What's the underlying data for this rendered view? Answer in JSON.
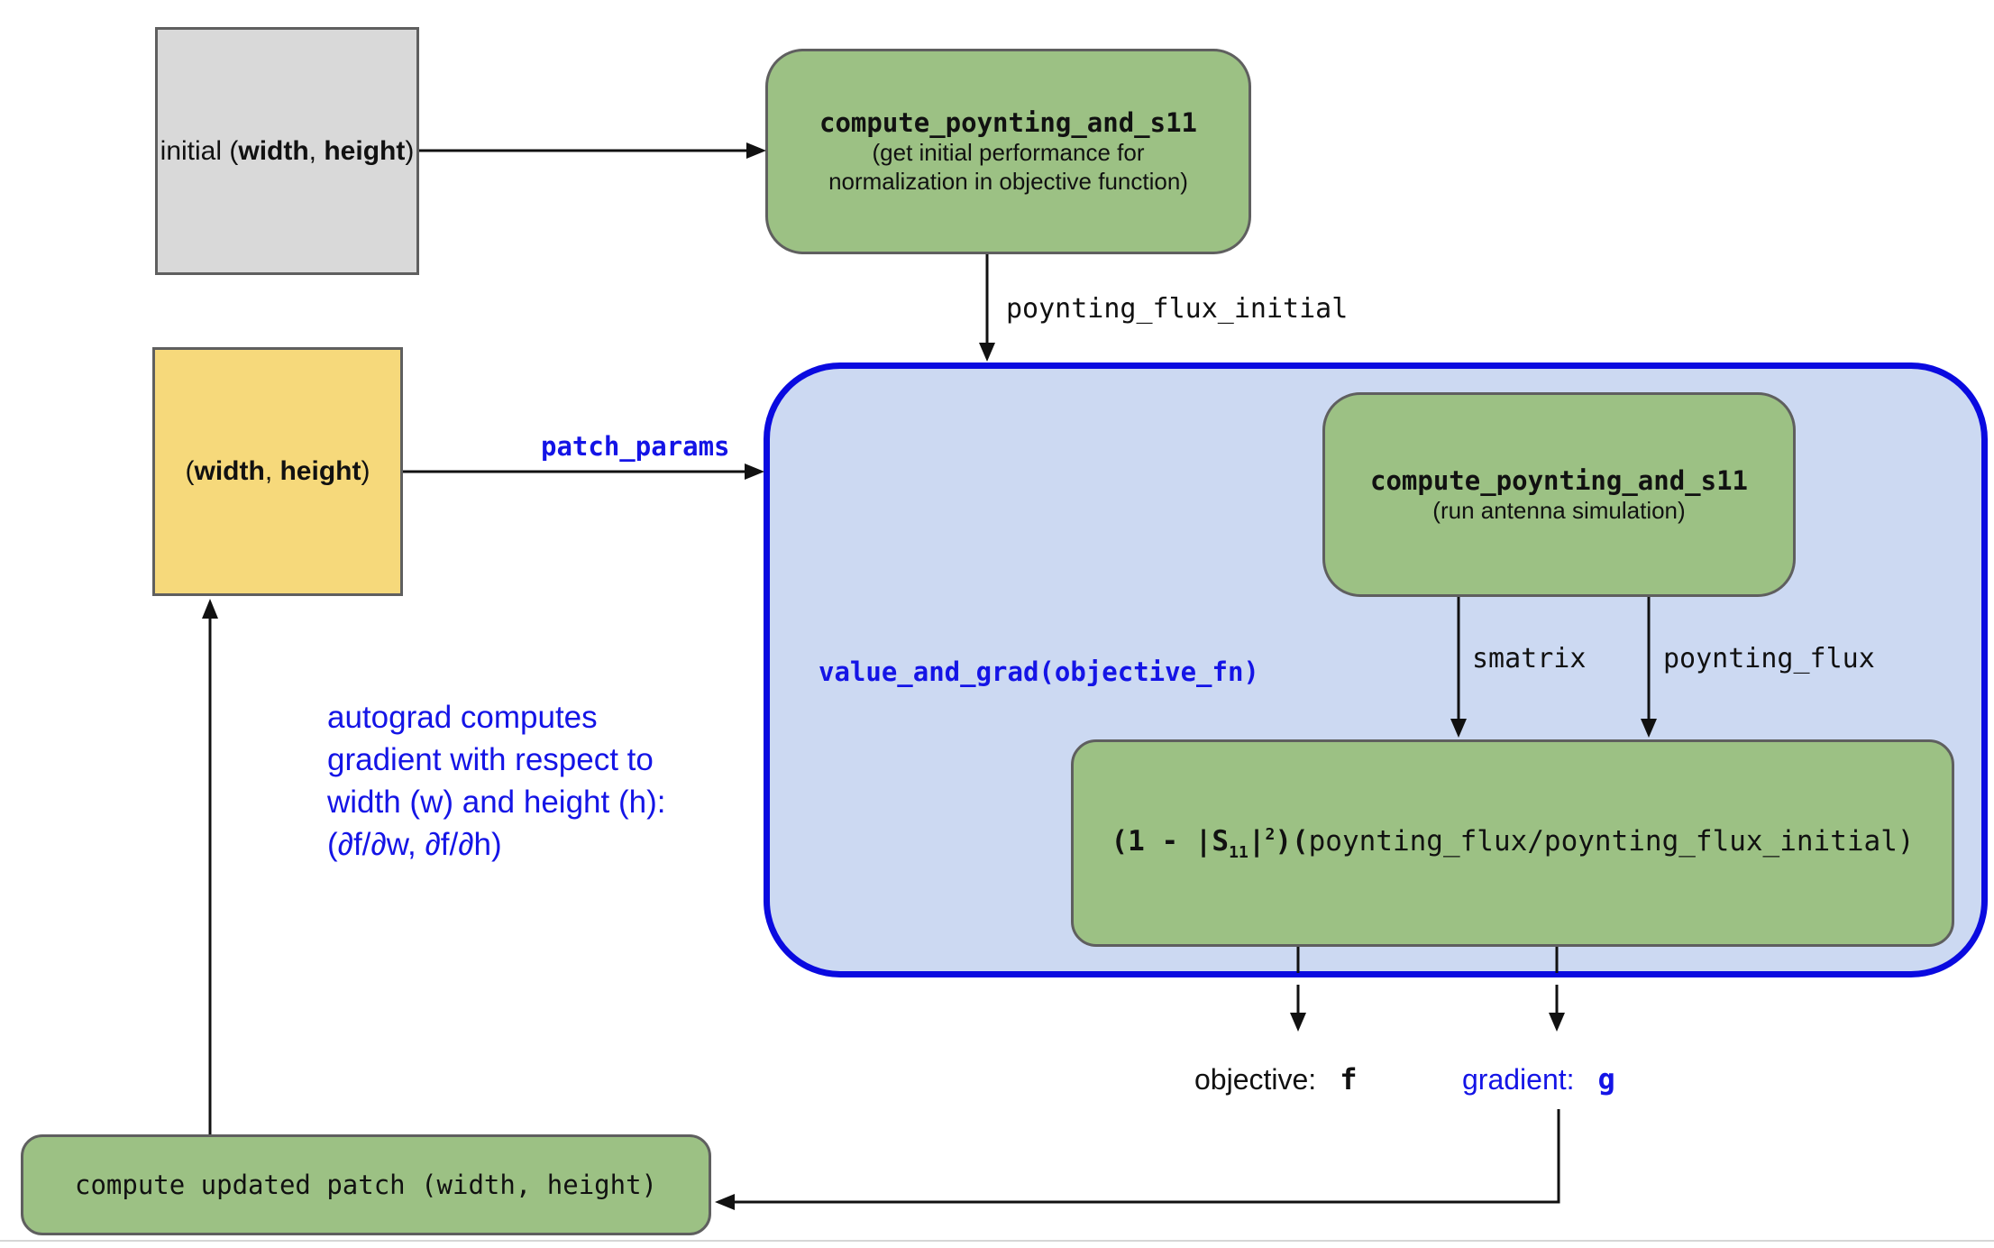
{
  "diagram": {
    "background": "#ffffff",
    "colors": {
      "green_fill": "#9cc184",
      "green_border": "#5f5f5f",
      "gray_fill": "#d9d9d9",
      "yellow_fill": "#f6d97b",
      "container_fill": "#ccd9f2",
      "container_border": "#0a0ae0",
      "blue_text": "#1414e6",
      "black_text": "#111111"
    },
    "nodes": {
      "initial_params": {
        "prefix": "initial (",
        "width_label": "width",
        "separator": ", ",
        "height_label": "height",
        "suffix": ")"
      },
      "compute_initial": {
        "title": "compute_poynting_and_s11",
        "subtitle_line1": "(get initial performance for",
        "subtitle_line2": "normalization in objective function)"
      },
      "patch_params_box": {
        "prefix": "(",
        "width_label": "width",
        "separator": ", ",
        "height_label": "height",
        "suffix": ")"
      },
      "value_and_grad": {
        "label": "value_and_grad(objective_fn)"
      },
      "compute_sim": {
        "title": "compute_poynting_and_s11",
        "subtitle": "(run antenna simulation)"
      },
      "objective_formula": {
        "open_bold": "(1 - |S",
        "subscript": "11",
        "abs_bar": "|",
        "superscript": "2",
        "close_bold": ")(",
        "body": "poynting_flux/poynting_flux_initial",
        "suffix": ")"
      },
      "compute_update": {
        "label": "compute updated patch (width, height)"
      }
    },
    "edge_labels": {
      "poynting_flux_initial": "poynting_flux_initial",
      "patch_params": "patch_params",
      "smatrix": "smatrix",
      "poynting_flux": "poynting_flux"
    },
    "annotations": {
      "autograd_note": {
        "line1": "autograd computes",
        "line2": "gradient with respect to",
        "line3": "width (w) and height (h):",
        "line4": "(∂f/∂w, ∂f/∂h)"
      },
      "objective_output": {
        "label": "objective:",
        "value": "f"
      },
      "gradient_output": {
        "label": "gradient:",
        "value": "g"
      }
    }
  }
}
